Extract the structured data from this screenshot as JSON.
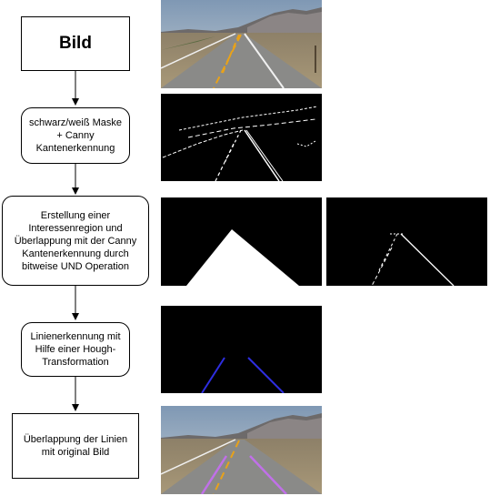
{
  "flowchart": {
    "steps": [
      {
        "id": "bild",
        "label": "Bild",
        "shape": "rectangle"
      },
      {
        "id": "maske",
        "label": "schwarz/weiß Maske\n+ Canny\nKantenerkennung",
        "shape": "rounded"
      },
      {
        "id": "region",
        "label": "Erstellung einer\nInteressenregion und\nÜberlappung mit der Canny\nKantenerkennung durch\nbitweise UND Operation",
        "shape": "rounded"
      },
      {
        "id": "hough",
        "label": "Linienerkennung mit\nHilfe einer Hough-\nTransformation",
        "shape": "rounded"
      },
      {
        "id": "overlay",
        "label": "Überlappung der Linien\nmit original Bild",
        "shape": "rectangle"
      }
    ],
    "edges": [
      {
        "from": "bild",
        "to": "maske"
      },
      {
        "from": "maske",
        "to": "region"
      },
      {
        "from": "region",
        "to": "hough"
      },
      {
        "from": "hough",
        "to": "overlay"
      }
    ]
  },
  "images": [
    {
      "name": "road-photo",
      "step": "bild",
      "content": "original road photograph"
    },
    {
      "name": "canny-edges",
      "step": "maske",
      "content": "white edges on black"
    },
    {
      "name": "region-mask",
      "step": "region",
      "content": "white triangle on black"
    },
    {
      "name": "masked-edges",
      "step": "region",
      "content": "edges inside triangle"
    },
    {
      "name": "hough-lines",
      "step": "hough",
      "content": "blue lines on black"
    },
    {
      "name": "overlay-photo",
      "step": "overlay",
      "content": "road photograph with purple lines"
    }
  ],
  "colors": {
    "line": "#000000",
    "box_fill": "#ffffff",
    "hough_line": "#2e2ee0",
    "overlay_line": "#c070e8",
    "sky": "#8fa6bd",
    "road": "#8a8a88",
    "lane_yellow": "#e8a21a"
  }
}
